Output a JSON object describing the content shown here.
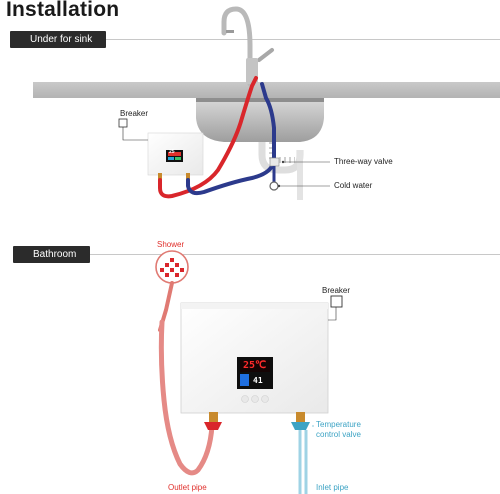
{
  "title": "Installation",
  "sections": {
    "sink": {
      "tag": "Under for sink",
      "labels": {
        "breaker": "Breaker",
        "three_way_valve": "Three-way valve",
        "cold_water": "Cold water"
      },
      "display": "25"
    },
    "bathroom": {
      "tag": "Bathroom",
      "labels": {
        "shower": "Shower",
        "breaker": "Breaker",
        "temperature_valve_line1": "Temperature",
        "temperature_valve_line2": "control valve",
        "outlet_pipe": "Outlet pipe",
        "inlet_pipe": "Inlet pipe"
      },
      "display_temp": "25℃",
      "display_power": "41"
    }
  },
  "colors": {
    "hot_pipe": "#d9262b",
    "cold_pipe": "#2c3a8c",
    "outlet_hose": "#e58a86",
    "inlet_hose": "#8fcde0",
    "label_red": "#e0302c",
    "label_blue": "#3ca3c4"
  }
}
